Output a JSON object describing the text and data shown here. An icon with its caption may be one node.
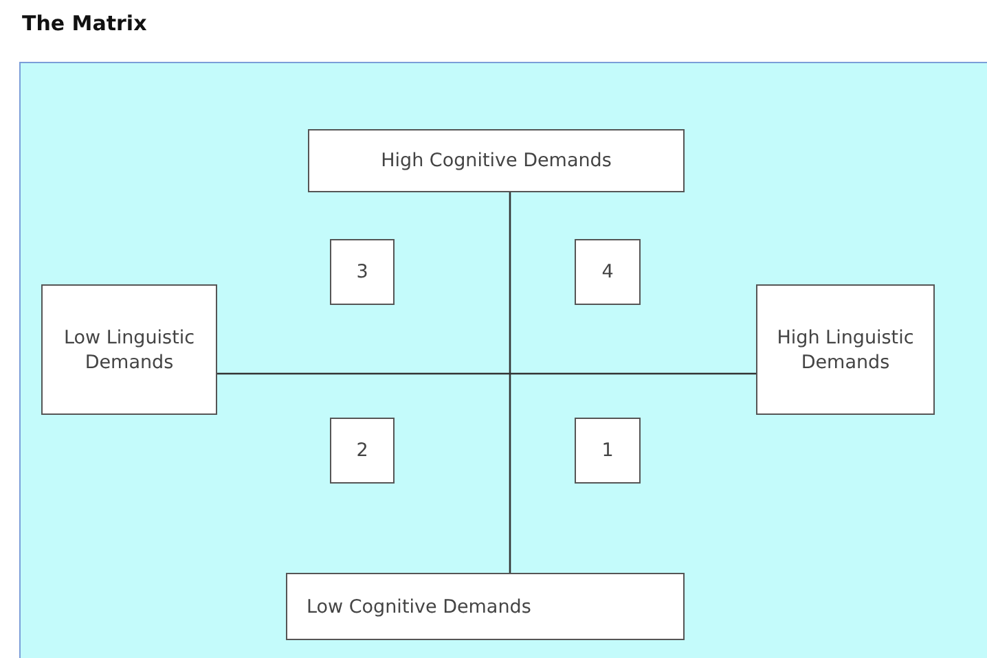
{
  "diagram": {
    "title": "The Matrix",
    "nodes": [
      {
        "text": [
          "High Cognitive Demands"
        ]
      },
      {
        "text": [
          "3"
        ]
      },
      {
        "text": [
          "4"
        ]
      },
      {
        "text": [
          "Low Linguistic Demands"
        ]
      },
      {
        "text": [
          "High Linguistic Demands"
        ]
      },
      {
        "text": [
          "2"
        ]
      },
      {
        "text": [
          "1"
        ]
      },
      {
        "text": [
          "Low Cognitive Demands"
        ]
      }
    ],
    "edges": [
      {
        "from": 0,
        "to": 7,
        "arrow": "none"
      },
      {
        "from": 3,
        "to": 4,
        "arrow": "none"
      }
    ]
  }
}
